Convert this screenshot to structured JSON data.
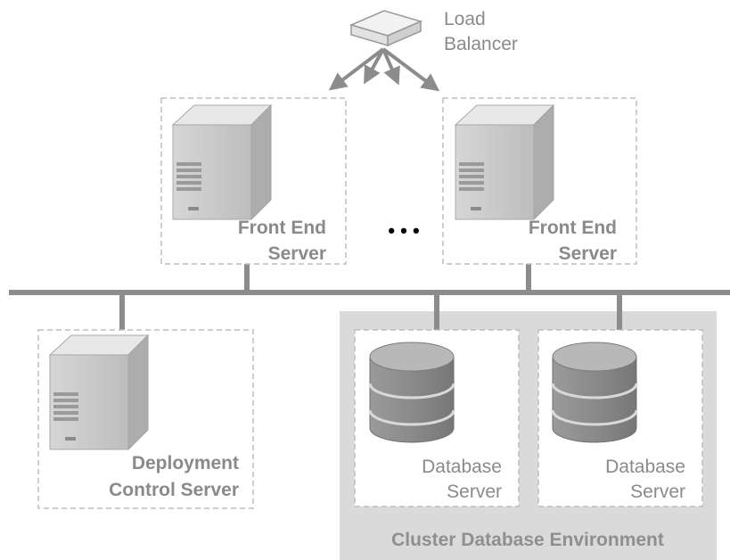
{
  "load_balancer": {
    "line1": "Load",
    "line2": "Balancer"
  },
  "front_end_1": {
    "line1": "Front End",
    "line2": "Server"
  },
  "front_end_2": {
    "line1": "Front End",
    "line2": "Server"
  },
  "ellipsis": "• • •",
  "deployment": {
    "line1": "Deployment",
    "line2": "Control Server"
  },
  "database_1": {
    "line1": "Database",
    "line2": "Server"
  },
  "database_2": {
    "line1": "Database",
    "line2": "Server"
  },
  "cluster": {
    "label": "Cluster Database Environment"
  },
  "colors": {
    "line": "#8c8c8c",
    "cluster_bg": "#dadada",
    "dashed_border": "#bdbdbd",
    "text": "#8a8a8a"
  }
}
